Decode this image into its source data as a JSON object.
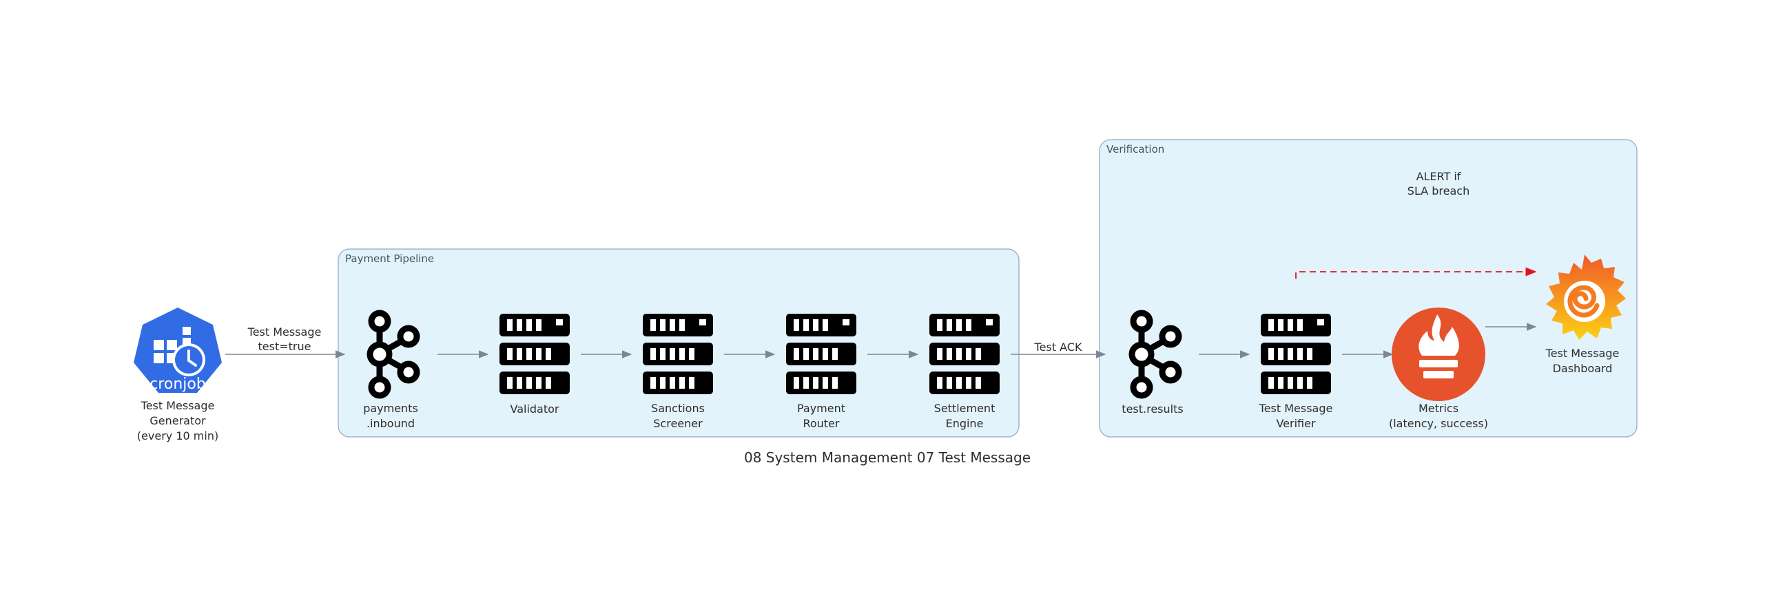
{
  "diagram": {
    "caption": "08 System Management 07 Test Message",
    "clusters": {
      "pipeline": "Payment Pipeline",
      "verification": "Verification"
    },
    "nodes": {
      "generator": {
        "label": "Test Message\nGenerator\n(every 10 min)",
        "icon": "kubernetes-cronjob-icon",
        "icon_text": "cronjob"
      },
      "inbound": {
        "label": "payments\n.inbound",
        "icon": "kafka-icon"
      },
      "validator": {
        "label": "Validator",
        "icon": "server-icon"
      },
      "sanctions": {
        "label": "Sanctions\nScreener",
        "icon": "server-icon"
      },
      "router": {
        "label": "Payment\nRouter",
        "icon": "server-icon"
      },
      "settlement": {
        "label": "Settlement\nEngine",
        "icon": "server-icon"
      },
      "results": {
        "label": "test.results",
        "icon": "kafka-icon"
      },
      "verifier": {
        "label": "Test Message\nVerifier",
        "icon": "server-icon"
      },
      "metrics": {
        "label": "Metrics\n(latency, success)",
        "icon": "prometheus-icon"
      },
      "dashboard": {
        "label": "Test Message\nDashboard",
        "icon": "grafana-icon"
      }
    },
    "edges": {
      "gen_to_inbound": "Test Message\ntest=true",
      "settle_to_results": "Test ACK",
      "alert": "ALERT if\nSLA breach"
    },
    "colors": {
      "cluster_fill": "#e3f3fb",
      "cluster_border": "#9fb6c8",
      "edge": "#7b8794",
      "alert_edge": "#e0141e",
      "k8s_blue": "#326ce5",
      "prometheus": "#e6522c"
    }
  }
}
